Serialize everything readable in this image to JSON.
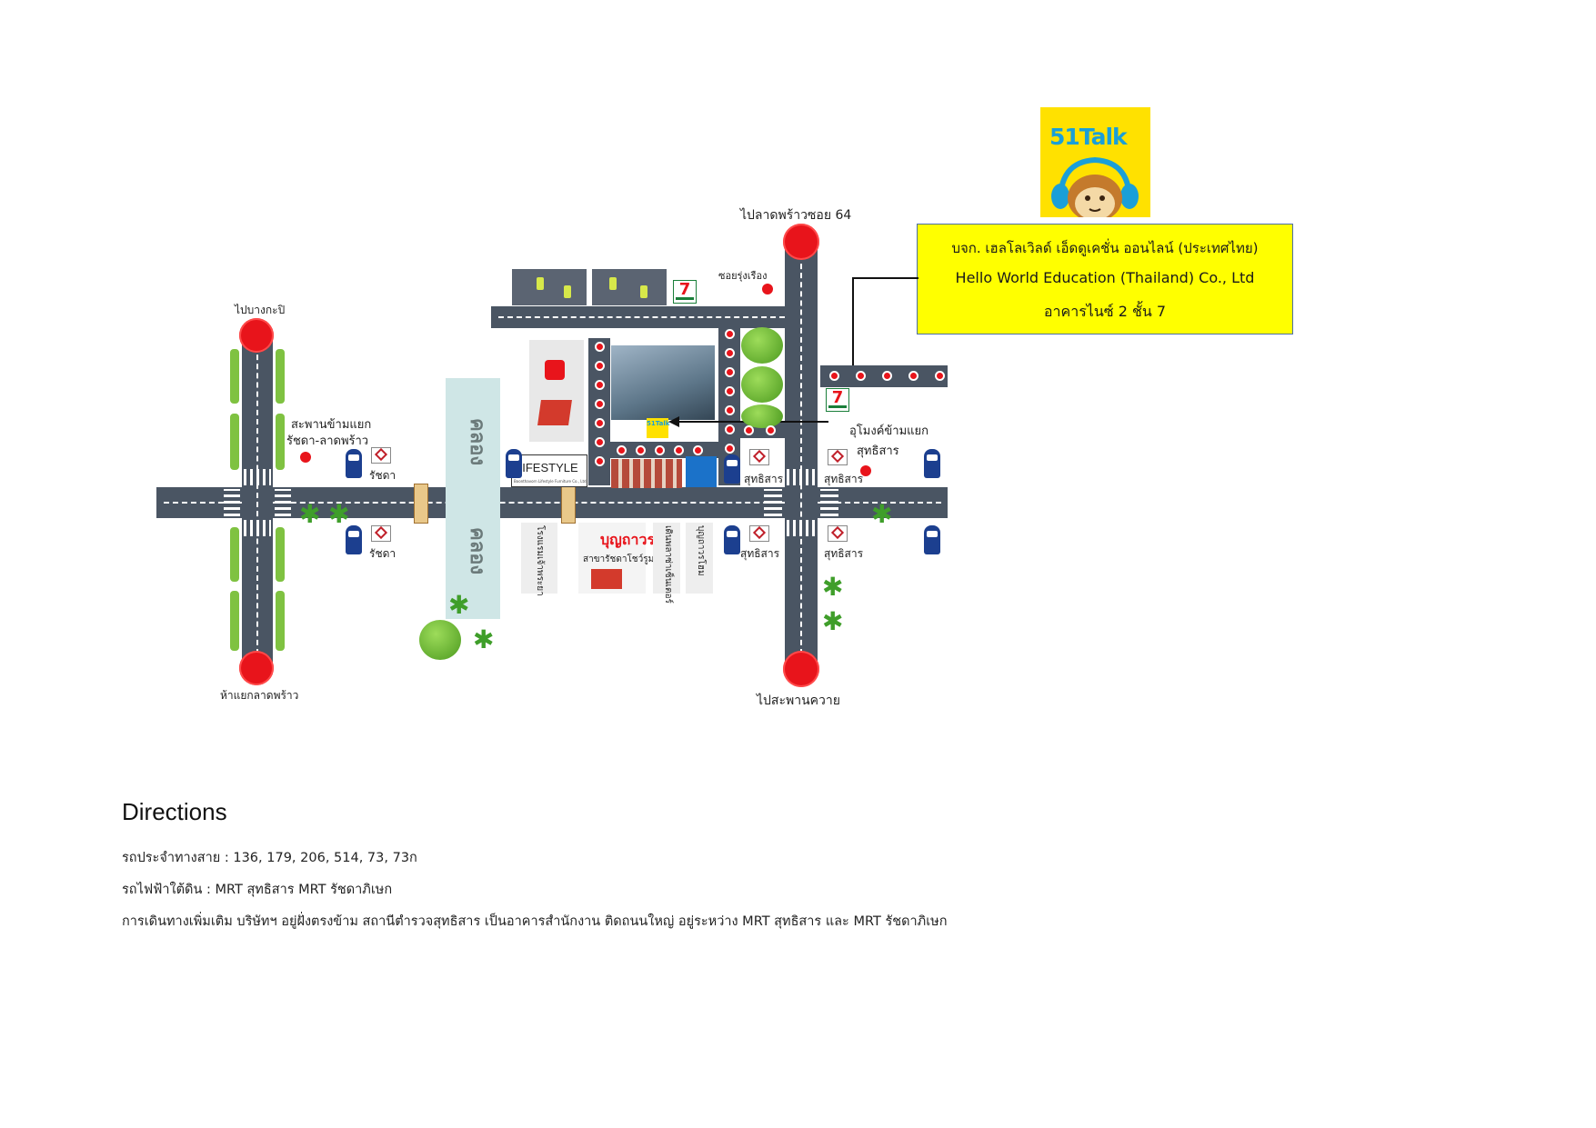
{
  "logo": {
    "text": "51Talk",
    "icon": "monkey-headphones-icon",
    "bg_color": "#ffe100",
    "text_color": "#1a9fd8"
  },
  "company_box": {
    "line_th": "บจก. เฮลโลเวิลด์ เอ็ดดูเคชั่น ออนไลน์ (ประเทศไทย)",
    "line_en": "Hello World Education (Thailand) Co., Ltd",
    "line_building": "อาคารไนซ์ 2 ชั้น 7",
    "bg_color": "#ffff00"
  },
  "map": {
    "labels": {
      "north": "ไปลาดพร้าวซอย 64",
      "south": "ไปสะพานควาย",
      "west_north": "ไปบางกะปิ",
      "west_south": "ห้าแยกลาดพร้าว",
      "bridge_line1": "สะพานข้ามแยก",
      "bridge_line2": "รัชดา-ลาดพร้าว",
      "tunnel_line1": "อุโมงค์ข้ามแยก",
      "tunnel_line2": "สุทธิสาร",
      "soi": "ซอยรุ่งเรือง",
      "canal": "คลอง",
      "ratchada": "รัชดา",
      "sutthisan": "สุทธิสาร",
      "lifestyle_brand": "LIFESTYLE",
      "lifestyle_caption": "Boonthavorn Lifestyle Furniture Co., Ltd.",
      "boonthavorn": "บุญถาวร",
      "boonthavorn_sub": "สาขารัชดาโชว์รูม",
      "shop1": "โรงแรมเจ้าพระยา",
      "shop2": "เดินพลาซ่าเซ็นเตอร์",
      "shop3": "บุญถาวรโฮม",
      "mini_logo": "51Talk",
      "seven_eleven": "7"
    },
    "colors": {
      "road": "#4a5563",
      "marker": "#e8141b",
      "canal": "#cfe6e6",
      "hedge": "#7fc241"
    }
  },
  "directions": {
    "title": "Directions",
    "bus": "รถประจำทางสาย : 136, 179, 206, 514, 73, 73ก",
    "subway": "รถไฟฟ้าใต้ดิน : MRT สุทธิสาร MRT รัชดาภิเษก",
    "extra": "การเดินทางเพิ่มเติม บริษัทฯ อยู่ฝั่งตรงข้าม สถานีตำรวจสุทธิสาร เป็นอาคารสำนักงาน ติดถนนใหญ่ อยู่ระหว่าง MRT สุทธิสาร และ MRT รัชดาภิเษก"
  }
}
